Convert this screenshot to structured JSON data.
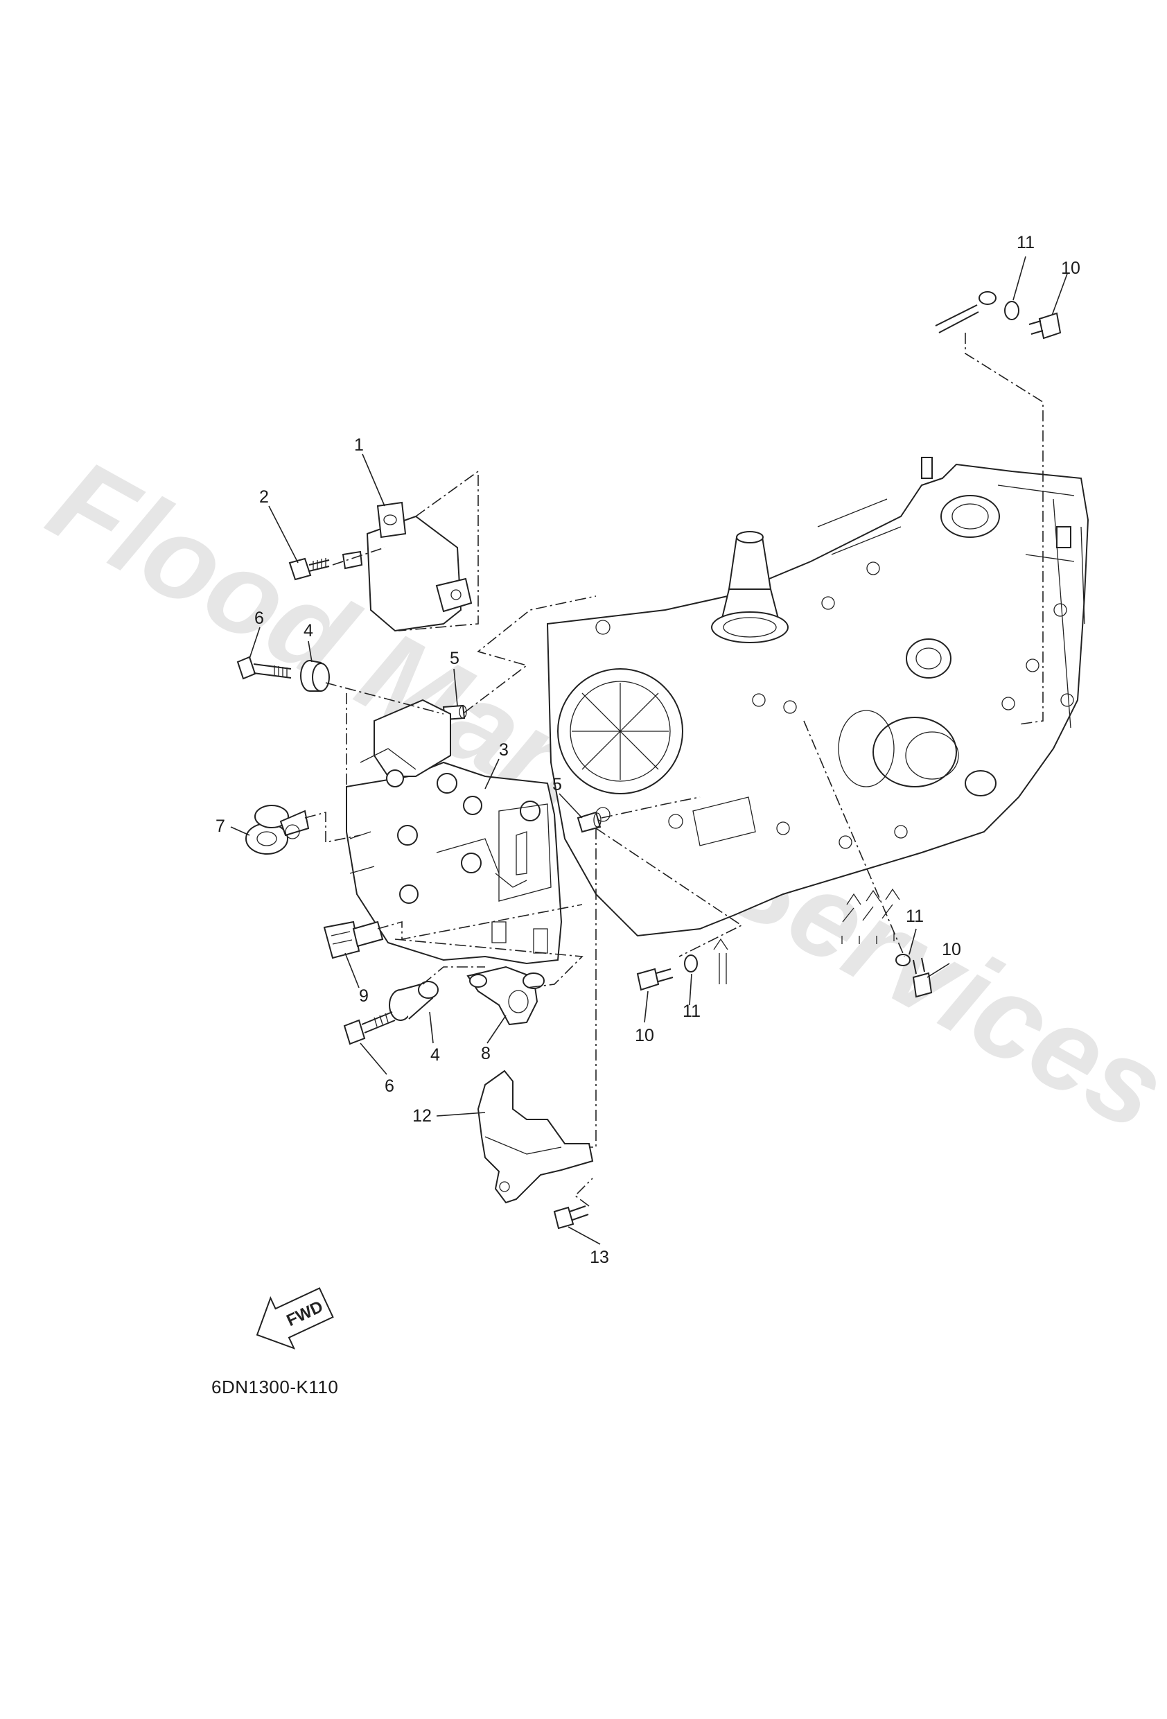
{
  "diagram": {
    "watermark": "Flood Marine Services",
    "part_code": "6DN1300-K110",
    "fwd_label": "FWD",
    "callouts": [
      {
        "id": "c1",
        "label": "1"
      },
      {
        "id": "c2",
        "label": "2"
      },
      {
        "id": "c6a",
        "label": "6"
      },
      {
        "id": "c4a",
        "label": "4"
      },
      {
        "id": "c5a",
        "label": "5"
      },
      {
        "id": "c3",
        "label": "3"
      },
      {
        "id": "c5b",
        "label": "5"
      },
      {
        "id": "c7",
        "label": "7"
      },
      {
        "id": "c9",
        "label": "9"
      },
      {
        "id": "c4b",
        "label": "4"
      },
      {
        "id": "c6b",
        "label": "6"
      },
      {
        "id": "c8",
        "label": "8"
      },
      {
        "id": "c12",
        "label": "12"
      },
      {
        "id": "c13",
        "label": "13"
      },
      {
        "id": "c10a",
        "label": "10"
      },
      {
        "id": "c11a",
        "label": "11"
      },
      {
        "id": "c11b",
        "label": "11"
      },
      {
        "id": "c10b",
        "label": "10"
      },
      {
        "id": "c11c",
        "label": "11"
      },
      {
        "id": "c10c",
        "label": "10"
      }
    ]
  }
}
